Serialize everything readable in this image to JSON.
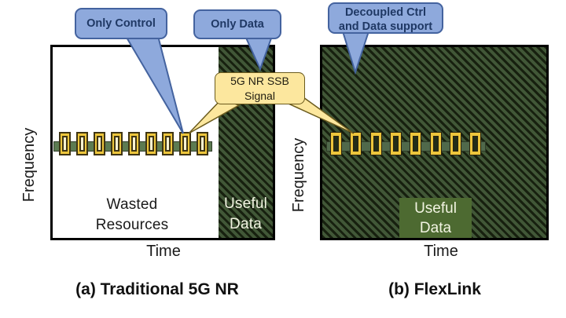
{
  "figure": {
    "callouts": {
      "only_control": "Only Control",
      "only_data": "Only Data",
      "decoupled_line1": "Decoupled Ctrl",
      "decoupled_line2": "and Data support",
      "ssb_note_line1": "5G NR SSB",
      "ssb_note_line2": "Signal"
    },
    "panels": {
      "left": {
        "caption": "(a) Traditional 5G NR",
        "y_axis_label": "Frequency",
        "x_axis_label": "Time",
        "wasted_line1": "Wasted",
        "wasted_line2": "Resources",
        "useful_line1": "Useful",
        "useful_line2": "Data",
        "ssb_block_count": 9
      },
      "right": {
        "caption": "(b) FlexLink",
        "y_axis_label": "Frequency",
        "x_axis_label": "Time",
        "useful_line1": "Useful",
        "useful_line2": "Data",
        "ssb_block_count": 8
      }
    },
    "colors": {
      "bubble_fill": "#8EA9DC",
      "bubble_border": "#44639F",
      "bubble_text": "#1F3864",
      "note_fill": "#FCE79E",
      "note_border": "#6B5B1E",
      "hatch_dark": "#17200F",
      "hatch_light": "#415737",
      "useful_box_green": "#4D6A31",
      "useful_text": "#F2F4E2",
      "ssb_block_yellow": "#EDC63C",
      "ssb_block_outline": "#3F3513",
      "ssb_block_inner": "#FAF3D2",
      "connector_green": "#5C7B52"
    }
  }
}
